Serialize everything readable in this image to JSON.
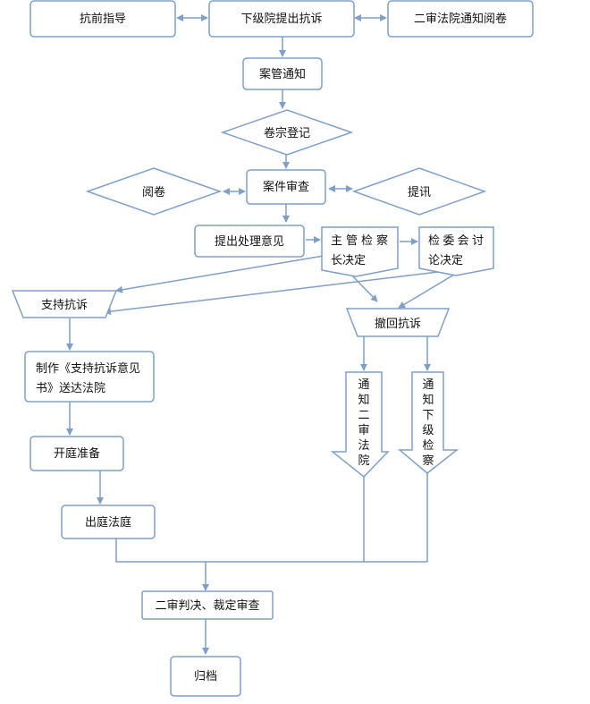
{
  "nodes": {
    "guidance": "抗前指导",
    "lower_appeal": "下级院提出抗诉",
    "second_court_notice": "二审法院通知阅卷",
    "case_notice": "案管通知",
    "file_register": "卷宗登记",
    "read_file": "阅卷",
    "case_review": "案件审查",
    "interrogate": "提讯",
    "opinion": "提出处理意见",
    "chief_l1": "主管检察",
    "chief_l2": "长决定",
    "committee_l1": "检委会讨",
    "committee_l2": "论决定",
    "support_appeal": "支持抗诉",
    "withdraw_appeal": "撤回抗诉",
    "make_doc_l1": "制作《支持抗诉意见",
    "make_doc_l2": "书》送达法院",
    "notify_court": "通知二审法院",
    "notify_lower": "通知下级检察",
    "prepare_trial": "开庭准备",
    "attend_court": "出庭法庭",
    "judgment_review": "二审判决、裁定审查",
    "archive": "归档"
  },
  "colors": {
    "stroke": "#7f9fc8",
    "fill": "#ffffff",
    "text": "#111111"
  }
}
